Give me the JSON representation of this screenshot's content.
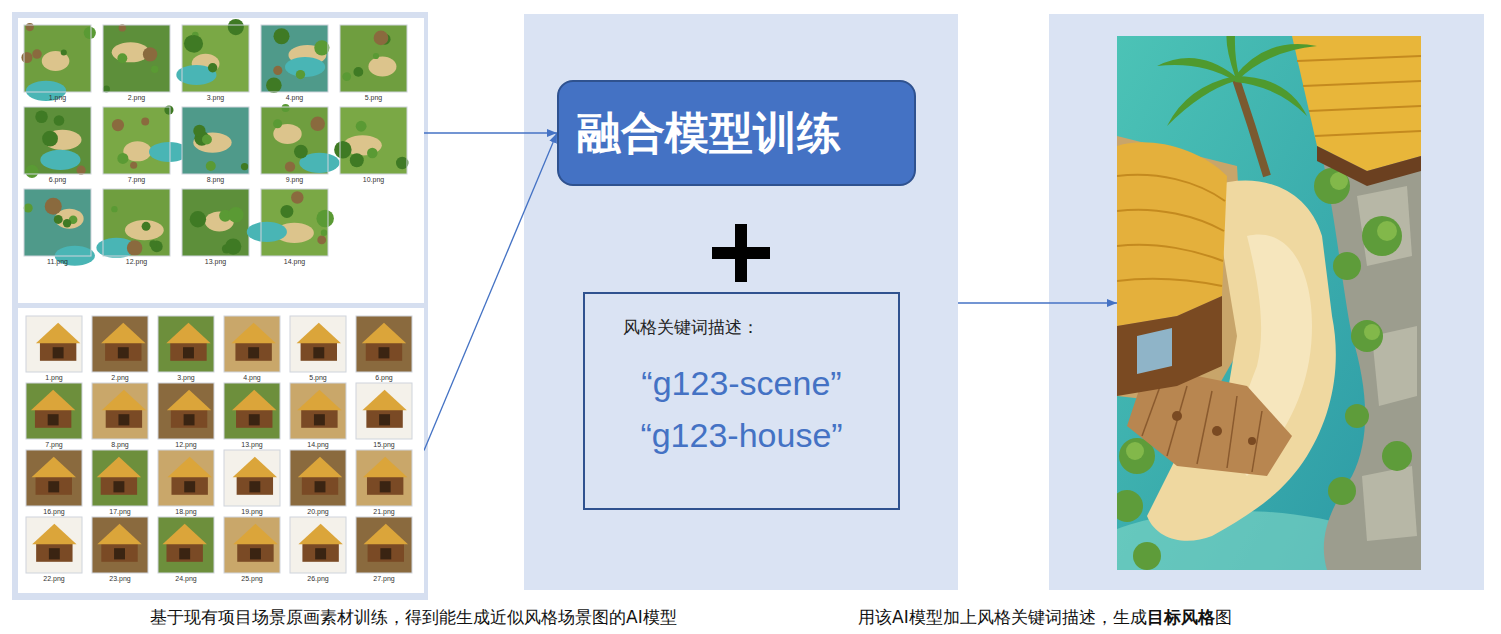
{
  "diagram": {
    "nodes": [
      {
        "text": [
          "1.png",
          "2.png",
          "3.png",
          "4.png",
          "5.png",
          "6.png",
          "7.png",
          "8.png",
          "9.png",
          "10.png",
          "11.png",
          "12.png",
          "13.png",
          "14.png"
        ]
      },
      {
        "text": [
          "1.png",
          "2.png",
          "3.png",
          "4.png",
          "5.png",
          "6.png",
          "7.png",
          "8.png",
          "12.png",
          "13.png",
          "14.png",
          "15.png",
          "16.png",
          "17.png",
          "18.png",
          "19.png",
          "20.png",
          "21.png",
          "22.png",
          "23.png",
          "24.png",
          "25.png",
          "26.png",
          "27.png"
        ]
      },
      {
        "text": []
      },
      {
        "text": [
          "融合模型训练"
        ],
        "in": 2
      },
      {
        "text": [
          "风格关键词描述：",
          "“g123-scene”",
          "“g123-house”"
        ],
        "in": 2
      },
      {
        "text": []
      }
    ],
    "edges": [
      {
        "from": 0,
        "to": 3,
        "arrow": "to"
      },
      {
        "from": 1,
        "to": 3,
        "arrow": "to"
      },
      {
        "from": 2,
        "to": 5,
        "arrow": "to"
      }
    ],
    "labels": [
      "基于现有项目场景原画素材训练，得到能生成近似风格场景图的AI模型",
      "用该AI模型加上风格关键词描述，生成",
      "目标风格",
      "图"
    ]
  }
}
